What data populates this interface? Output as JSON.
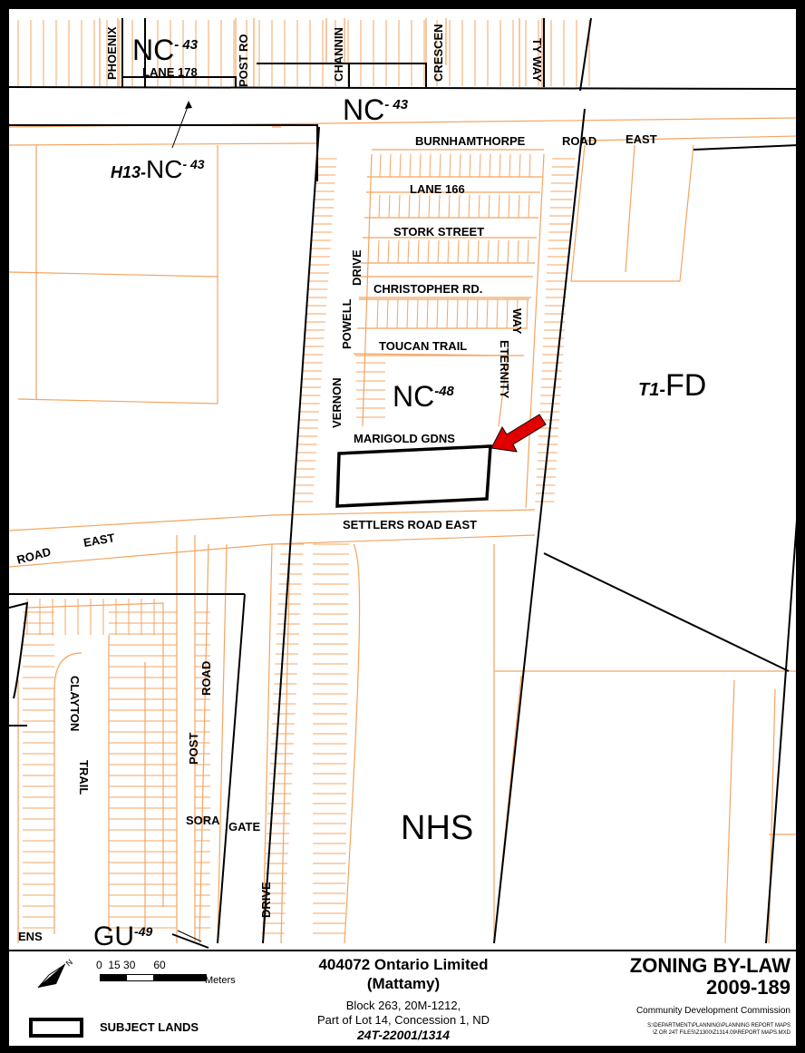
{
  "roads": {
    "phoenix": "PHOENIX",
    "lane_178": "LANE 178",
    "post_ro": "POST RO",
    "channin": "CHANNIN",
    "crescen": "CRESCEN",
    "ty": "TY",
    "way_top": "WAY",
    "burnhamthorpe": "BURNHAMTHORPE",
    "road_east_top": "ROAD",
    "east_top": "EAST",
    "lane_166": "LANE 166",
    "stork": "STORK STREET",
    "christopher": "CHRISTOPHER RD.",
    "toucan": "TOUCAN TRAIL",
    "vernon": "VERNON",
    "powell": "POWELL",
    "drive_v": "DRIVE",
    "way_eternity": "WAY",
    "eternity": "ETERNITY",
    "marigold": "MARIGOLD GDNS",
    "settlers": "SETTLERS ROAD EAST",
    "road_left": "ROAD",
    "east_left": "EAST",
    "clayton": "CLAYTON",
    "trail": "TRAIL",
    "post": "POST",
    "road_post": "ROAD",
    "sora": "SORA",
    "gate": "GATE",
    "drive_bottom": "DRIVE",
    "ens": "ENS"
  },
  "zones": {
    "nc43_a": {
      "main": "NC",
      "sup": "- 43"
    },
    "nc43_b": {
      "main": "NC",
      "sup": "- 43"
    },
    "h13": {
      "prefix": "H13-",
      "main": "NC",
      "sup": "- 43"
    },
    "nc48": {
      "main": "NC",
      "sup": "-48"
    },
    "t1fd": {
      "prefix": "T1-",
      "main": "FD"
    },
    "nhs": {
      "main": "NHS"
    },
    "gu49": {
      "main": "GU",
      "sup": "-49"
    }
  },
  "legend": {
    "scale_ticks": "0  15 30      60",
    "scale_unit": "Meters",
    "subject_lands": "SUBJECT LANDS",
    "company_line1": "404072 Ontario Limited",
    "company_line2": "(Mattamy)",
    "desc_line1": "Block 263, 20M-1212,",
    "desc_line2": "Part of Lot 14, Concession 1, ND",
    "file_no": "24T-22001/1314",
    "zb_line1": "ZONING BY-LAW",
    "zb_line2": "2009-189",
    "commission": "Community Development Commission",
    "path_line1": "S:\\DEPARTMENT\\PLANNING\\PLANNING REPORT MAPS",
    "path_line2": "\\Z OR 24T FILES\\Z1300\\Z1314.09\\REPORT MAPS.MXD"
  },
  "colors": {
    "lot_line": "#f4a460",
    "zone_line": "#000000",
    "arrow": "#e00000"
  }
}
